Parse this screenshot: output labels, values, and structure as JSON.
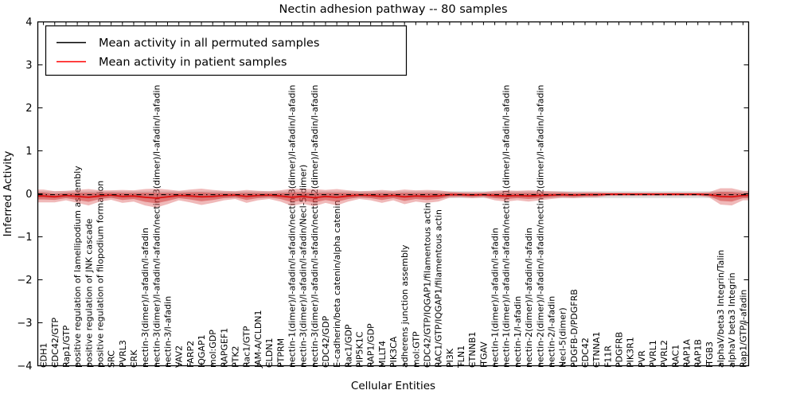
{
  "chart_data": {
    "type": "line",
    "title": "Nectin adhesion pathway -- 80 samples",
    "xlabel": "Cellular Entities",
    "ylabel": "Inferred Activity",
    "ylim": [
      -4,
      4
    ],
    "yticks": [
      4,
      3,
      2,
      1,
      0,
      -1,
      -2,
      -3,
      -4
    ],
    "ytick_labels": [
      "4",
      "3",
      "2",
      "1",
      "0",
      "−1",
      "−2",
      "−3",
      "−4"
    ],
    "grid": false,
    "legend_position": "upper left",
    "legend": [
      {
        "label": "Mean activity in all permuted samples",
        "color": "#000000"
      },
      {
        "label": "Mean activity in patient samples",
        "color": "#ff0000"
      }
    ],
    "band_colors": {
      "patient_band": "#d94f4f",
      "permuted_band": "#aaaaaa"
    },
    "categories": [
      "CDH1",
      "CDC42/GTP",
      "Rap1/GTP",
      "positive regulation of lamellipodium assembly",
      "positive regulation of JNK cascade",
      "positive regulation of filopodium formation",
      "SRC",
      "PVRL3",
      "CRK",
      "nectin-3(dimer)/l-afadin/l-afadin",
      "nectin-3(dimer)/l-afadin/l-afadin/nectin-3(dimer)/l-afadin/l-afadin",
      "nectin-3/l-afadin",
      "VAV2",
      "FARP2",
      "IQGAP1",
      "mol:GDP",
      "RAPGEF1",
      "PTK2",
      "Rac1/GTP",
      "JAM-A/CLDN1",
      "CLDN1",
      "PTPRM",
      "nectin-1(dimer)/l-afadin/l-afadin/nectin-3(dimer)/l-afadin/l-afadin",
      "nectin-3(dimer)/l-afadin/l-afadin/Necl-5(dimer)",
      "nectin-3(dimer)/l-afadin/l-afadin/nectin-2(dimer)/l-afadin/l-afadin",
      "CDC42/GDP",
      "E-cadherin/beta catenin/alpha catenin",
      "Rac1/GDP",
      "PIP5K1C",
      "RAP1/GDP",
      "MLLT4",
      "PIK3CA",
      "adherens junction assembly",
      "mol:GTP",
      "CDC42/GTP/IQGAP1/filamentous actin",
      "RAC1/GTP/IQGAP1/filamentous actin",
      "PI3K",
      "TLN1",
      "CTNNB1",
      "ITGAV",
      "nectin-1(dimer)/l-afadin/l-afadin",
      "nectin-1(dimer)/l-afadin/l-afadin/nectin-1(dimer)/l-afadin/l-afadin",
      "nectin-1/l-afadin",
      "nectin-2(dimer)/l-afadin/l-afadin",
      "nectin-2(dimer)/l-afadin/l-afadin/nectin-2(dimer)/l-afadin/l-afadin",
      "nectin-2/l-afadin",
      "Necl-5(dimer)",
      "PDGFB-D/PDGFRB",
      "CDC42",
      "CTNNA1",
      "F11R",
      "PDGFRB",
      "PIK3R1",
      "PVR",
      "PVRL1",
      "PVRL2",
      "RAC1",
      "RAP1A",
      "RAP1B",
      "ITGB3",
      "alphaV/beta3 Integrin/Talin",
      "alphaV beta3 Integrin",
      "Rap1/GTP/l-afadin"
    ],
    "series": [
      {
        "name": "Mean activity in all permuted samples",
        "color": "#000000",
        "values": [
          -0.02,
          -0.02,
          -0.02,
          -0.02,
          -0.02,
          -0.02,
          -0.02,
          -0.02,
          -0.02,
          -0.02,
          -0.02,
          -0.02,
          -0.02,
          -0.02,
          -0.02,
          -0.02,
          -0.02,
          -0.02,
          -0.02,
          -0.02,
          -0.02,
          -0.02,
          -0.02,
          -0.02,
          -0.02,
          -0.02,
          -0.02,
          -0.02,
          -0.02,
          -0.02,
          -0.02,
          -0.02,
          -0.02,
          -0.02,
          -0.02,
          -0.02,
          -0.02,
          -0.02,
          -0.02,
          -0.02,
          -0.02,
          -0.02,
          -0.02,
          -0.02,
          -0.02,
          -0.02,
          -0.02,
          -0.02,
          -0.02,
          -0.02,
          -0.02,
          -0.02,
          -0.02,
          -0.02,
          -0.02,
          -0.02,
          -0.02,
          -0.02,
          -0.02,
          -0.02,
          -0.02,
          -0.02,
          -0.02
        ]
      },
      {
        "name": "Mean activity in patient samples",
        "color": "#ff0000",
        "values": [
          -0.05,
          -0.07,
          -0.04,
          -0.06,
          -0.08,
          -0.05,
          -0.03,
          -0.06,
          -0.05,
          -0.08,
          -0.1,
          -0.07,
          -0.04,
          -0.05,
          -0.07,
          -0.06,
          -0.04,
          -0.03,
          -0.06,
          -0.04,
          -0.03,
          -0.05,
          -0.08,
          -0.06,
          -0.09,
          -0.06,
          -0.08,
          -0.05,
          -0.03,
          -0.04,
          -0.06,
          -0.04,
          -0.07,
          -0.05,
          -0.06,
          -0.05,
          -0.02,
          -0.02,
          -0.03,
          -0.02,
          -0.04,
          -0.05,
          -0.04,
          -0.05,
          -0.04,
          -0.03,
          -0.02,
          -0.03,
          -0.02,
          -0.02,
          -0.01,
          -0.01,
          -0.01,
          -0.01,
          -0.01,
          -0.01,
          -0.01,
          -0.01,
          -0.01,
          -0.02,
          -0.06,
          -0.07,
          -0.04
        ]
      },
      {
        "name": "Patient samples band half-width (s.d.)",
        "color": "#d94f4f",
        "values": [
          0.15,
          0.13,
          0.11,
          0.15,
          0.19,
          0.13,
          0.11,
          0.15,
          0.13,
          0.19,
          0.22,
          0.17,
          0.11,
          0.15,
          0.19,
          0.15,
          0.11,
          0.09,
          0.15,
          0.11,
          0.09,
          0.13,
          0.2,
          0.17,
          0.2,
          0.15,
          0.19,
          0.13,
          0.09,
          0.11,
          0.15,
          0.11,
          0.17,
          0.13,
          0.15,
          0.13,
          0.07,
          0.06,
          0.07,
          0.06,
          0.11,
          0.13,
          0.11,
          0.13,
          0.11,
          0.09,
          0.07,
          0.07,
          0.06,
          0.06,
          0.04,
          0.04,
          0.04,
          0.04,
          0.04,
          0.04,
          0.04,
          0.04,
          0.04,
          0.06,
          0.19,
          0.2,
          0.11
        ]
      },
      {
        "name": "Permuted samples band half-width (s.d.)",
        "color": "#aaaaaa",
        "values": [
          0.08,
          0.08,
          0.08,
          0.08,
          0.08,
          0.08,
          0.08,
          0.08,
          0.08,
          0.08,
          0.08,
          0.08,
          0.08,
          0.08,
          0.08,
          0.08,
          0.08,
          0.08,
          0.08,
          0.08,
          0.08,
          0.08,
          0.08,
          0.08,
          0.08,
          0.08,
          0.08,
          0.08,
          0.08,
          0.08,
          0.08,
          0.08,
          0.08,
          0.08,
          0.08,
          0.08,
          0.08,
          0.08,
          0.08,
          0.08,
          0.08,
          0.08,
          0.08,
          0.08,
          0.08,
          0.08,
          0.08,
          0.08,
          0.08,
          0.08,
          0.08,
          0.08,
          0.08,
          0.08,
          0.08,
          0.08,
          0.08,
          0.08,
          0.08,
          0.08,
          0.08,
          0.08,
          0.08
        ]
      }
    ]
  }
}
